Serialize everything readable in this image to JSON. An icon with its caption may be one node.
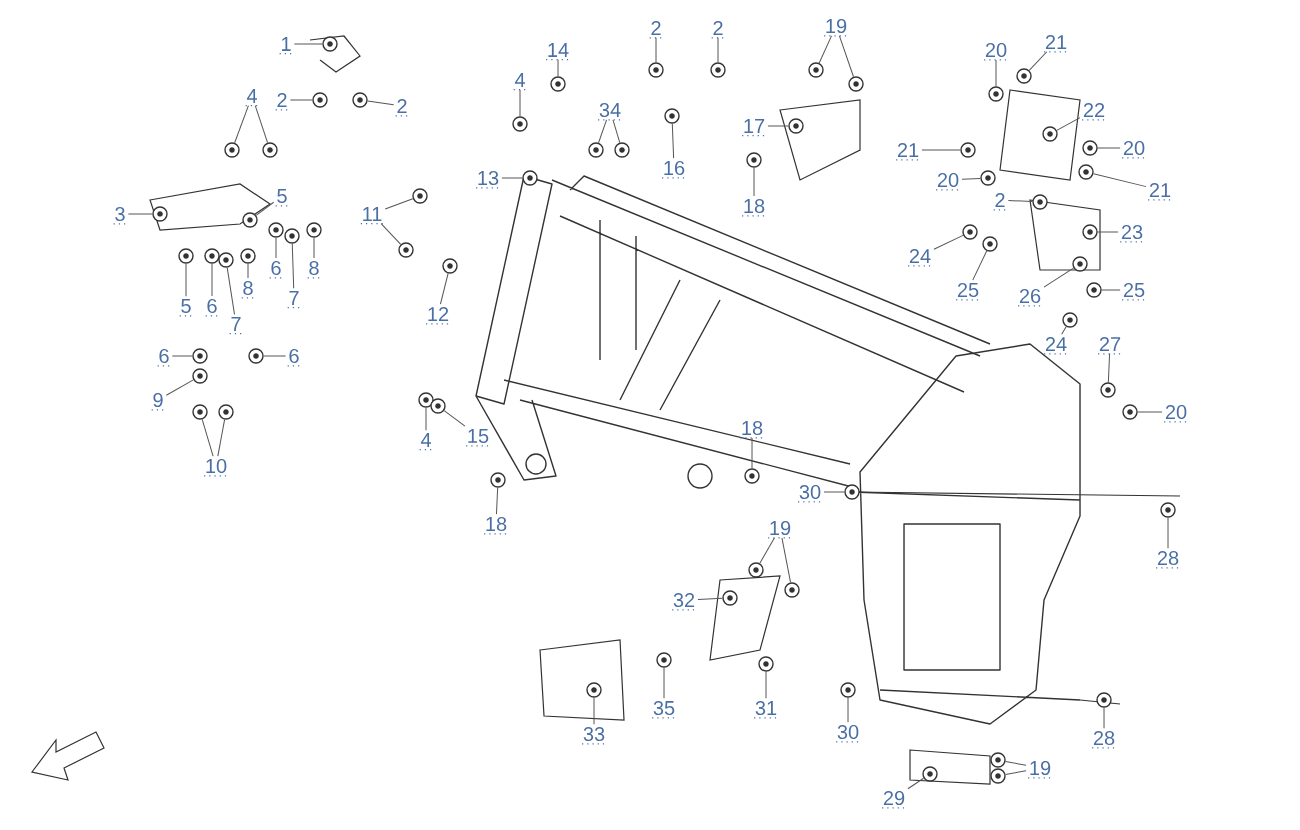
{
  "diagram": {
    "nodes": [
      {
        "text": [
          "1"
        ]
      },
      {
        "text": [
          "2"
        ]
      },
      {
        "text": [
          "2"
        ]
      },
      {
        "text": [
          "4"
        ]
      },
      {
        "text": [
          "3"
        ]
      },
      {
        "text": [
          "5"
        ]
      },
      {
        "text": [
          "5"
        ]
      },
      {
        "text": [
          "6"
        ]
      },
      {
        "text": [
          "6"
        ]
      },
      {
        "text": [
          "8"
        ]
      },
      {
        "text": [
          "8"
        ]
      },
      {
        "text": [
          "7"
        ]
      },
      {
        "text": [
          "7"
        ]
      },
      {
        "text": [
          "6"
        ]
      },
      {
        "text": [
          "6"
        ]
      },
      {
        "text": [
          "9"
        ]
      },
      {
        "text": [
          "10"
        ]
      },
      {
        "text": [
          "11"
        ]
      },
      {
        "text": [
          "12"
        ]
      },
      {
        "text": [
          "13"
        ]
      },
      {
        "text": [
          "4"
        ]
      },
      {
        "text": [
          "14"
        ]
      },
      {
        "text": [
          "34"
        ]
      },
      {
        "text": [
          "2"
        ]
      },
      {
        "text": [
          "2"
        ]
      },
      {
        "text": [
          "16"
        ]
      },
      {
        "text": [
          "19"
        ]
      },
      {
        "text": [
          "17"
        ]
      },
      {
        "text": [
          "18"
        ]
      },
      {
        "text": [
          "20"
        ]
      },
      {
        "text": [
          "21"
        ]
      },
      {
        "text": [
          "22"
        ]
      },
      {
        "text": [
          "21"
        ]
      },
      {
        "text": [
          "20"
        ]
      },
      {
        "text": [
          "20"
        ]
      },
      {
        "text": [
          "21"
        ]
      },
      {
        "text": [
          "2"
        ]
      },
      {
        "text": [
          "23"
        ]
      },
      {
        "text": [
          "24"
        ]
      },
      {
        "text": [
          "25"
        ]
      },
      {
        "text": [
          "26"
        ]
      },
      {
        "text": [
          "25"
        ]
      },
      {
        "text": [
          "24"
        ]
      },
      {
        "text": [
          "27"
        ]
      },
      {
        "text": [
          "20"
        ]
      },
      {
        "text": [
          "4"
        ]
      },
      {
        "text": [
          "15"
        ]
      },
      {
        "text": [
          "18"
        ]
      },
      {
        "text": [
          "18"
        ]
      },
      {
        "text": [
          "30"
        ]
      },
      {
        "text": [
          "28"
        ]
      },
      {
        "text": [
          "19"
        ]
      },
      {
        "text": [
          "32"
        ]
      },
      {
        "text": [
          "35"
        ]
      },
      {
        "text": [
          "31"
        ]
      },
      {
        "text": [
          "33"
        ]
      },
      {
        "text": [
          "30"
        ]
      },
      {
        "text": [
          "28"
        ]
      },
      {
        "text": [
          "29"
        ]
      },
      {
        "text": [
          "19"
        ]
      },
      {
        "text": [],
        "shape": "picture"
      },
      {
        "text": [],
        "shape": "picture"
      },
      {
        "text": [],
        "shape": "picture"
      },
      {
        "text": [],
        "shape": "picture"
      },
      {
        "text": [],
        "shape": "picture"
      },
      {
        "text": [],
        "shape": "picture"
      },
      {
        "text": [],
        "shape": "picture"
      },
      {
        "text": [],
        "shape": "picture"
      },
      {
        "text": [],
        "shape": "picture"
      },
      {
        "text": [],
        "shape": "picture"
      },
      {
        "text": [],
        "shape": "picture"
      },
      {
        "text": [],
        "shape": "picture"
      },
      {
        "text": [],
        "shape": "picture"
      },
      {
        "text": [],
        "shape": "picture"
      },
      {
        "text": [],
        "shape": "picture"
      },
      {
        "text": [],
        "shape": "picture"
      },
      {
        "text": [],
        "shape": "picture"
      },
      {
        "text": [],
        "shape": "picture"
      },
      {
        "text": [],
        "shape": "picture"
      },
      {
        "text": [],
        "shape": "picture"
      },
      {
        "text": [],
        "shape": "picture"
      },
      {
        "text": [],
        "shape": "picture"
      },
      {
        "text": [],
        "shape": "picture"
      },
      {
        "text": [],
        "shape": "picture"
      },
      {
        "text": [],
        "shape": "picture"
      },
      {
        "text": [],
        "shape": "picture"
      },
      {
        "text": [],
        "shape": "picture"
      },
      {
        "text": [],
        "shape": "picture"
      },
      {
        "text": [],
        "shape": "picture"
      },
      {
        "text": [],
        "shape": "picture"
      },
      {
        "text": [],
        "shape": "picture"
      },
      {
        "text": [],
        "shape": "picture"
      },
      {
        "text": [],
        "shape": "picture"
      },
      {
        "text": [],
        "shape": "picture"
      },
      {
        "text": [],
        "shape": "picture"
      },
      {
        "text": [],
        "shape": "picture"
      },
      {
        "text": [],
        "shape": "picture"
      },
      {
        "text": [],
        "shape": "picture"
      },
      {
        "text": [],
        "shape": "picture"
      },
      {
        "text": [],
        "shape": "picture"
      },
      {
        "text": [],
        "shape": "picture"
      },
      {
        "text": [],
        "shape": "picture"
      },
      {
        "text": [],
        "shape": "picture"
      },
      {
        "text": [],
        "shape": "picture"
      },
      {
        "text": [],
        "shape": "picture"
      },
      {
        "text": [],
        "shape": "picture"
      },
      {
        "text": [],
        "shape": "picture"
      },
      {
        "text": [],
        "shape": "picture"
      },
      {
        "text": [],
        "shape": "picture"
      },
      {
        "text": [],
        "shape": "picture"
      },
      {
        "text": [],
        "shape": "picture"
      },
      {
        "text": [],
        "shape": "picture"
      },
      {
        "text": [],
        "shape": "picture"
      },
      {
        "text": [],
        "shape": "picture"
      },
      {
        "text": [],
        "shape": "picture"
      },
      {
        "text": [],
        "shape": "picture"
      },
      {
        "text": [],
        "shape": "picture"
      },
      {
        "text": [],
        "shape": "picture"
      },
      {
        "text": [],
        "shape": "picture"
      },
      {
        "text": [],
        "shape": "picture"
      },
      {
        "text": [],
        "shape": "picture"
      },
      {
        "text": [],
        "shape": "picture"
      },
      {
        "text": [],
        "shape": "picture"
      },
      {
        "text": [],
        "shape": "picture"
      },
      {
        "text": [],
        "shape": "picture"
      },
      {
        "text": [],
        "shape": "picture"
      },
      {
        "text": [],
        "shape": "picture"
      }
    ],
    "edges": [
      {
        "from": 0,
        "to": 60,
        "arrow": "none"
      },
      {
        "from": 1,
        "to": 61,
        "arrow": "none"
      },
      {
        "from": 2,
        "to": 62,
        "arrow": "none"
      },
      {
        "from": 3,
        "to": 63,
        "arrow": "none"
      },
      {
        "from": 3,
        "to": 64,
        "arrow": "none"
      },
      {
        "from": 4,
        "to": 65,
        "arrow": "none"
      },
      {
        "from": 5,
        "to": 66,
        "arrow": "none"
      },
      {
        "from": 6,
        "to": 67,
        "arrow": "none"
      },
      {
        "from": 7,
        "to": 68,
        "arrow": "none"
      },
      {
        "from": 8,
        "to": 69,
        "arrow": "none"
      },
      {
        "from": 9,
        "to": 70,
        "arrow": "none"
      },
      {
        "from": 10,
        "to": 71,
        "arrow": "none"
      },
      {
        "from": 11,
        "to": 72,
        "arrow": "none"
      },
      {
        "from": 12,
        "to": 73,
        "arrow": "none"
      },
      {
        "from": 13,
        "to": 74,
        "arrow": "none"
      },
      {
        "from": 14,
        "to": 75,
        "arrow": "none"
      },
      {
        "from": 15,
        "to": 76,
        "arrow": "none"
      },
      {
        "from": 16,
        "to": 77,
        "arrow": "none"
      },
      {
        "from": 16,
        "to": 78,
        "arrow": "none"
      },
      {
        "from": 17,
        "to": 79,
        "arrow": "none"
      },
      {
        "from": 17,
        "to": 80,
        "arrow": "none"
      },
      {
        "from": 18,
        "to": 81,
        "arrow": "none"
      },
      {
        "from": 19,
        "to": 82,
        "arrow": "none"
      },
      {
        "from": 20,
        "to": 83,
        "arrow": "none"
      },
      {
        "from": 21,
        "to": 84,
        "arrow": "none"
      },
      {
        "from": 22,
        "to": 85,
        "arrow": "none"
      },
      {
        "from": 22,
        "to": 86,
        "arrow": "none"
      },
      {
        "from": 23,
        "to": 87,
        "arrow": "none"
      },
      {
        "from": 24,
        "to": 88,
        "arrow": "none"
      },
      {
        "from": 25,
        "to": 89,
        "arrow": "none"
      },
      {
        "from": 26,
        "to": 90,
        "arrow": "none"
      },
      {
        "from": 26,
        "to": 91,
        "arrow": "none"
      },
      {
        "from": 27,
        "to": 92,
        "arrow": "none"
      },
      {
        "from": 28,
        "to": 93,
        "arrow": "none"
      },
      {
        "from": 29,
        "to": 94,
        "arrow": "none"
      },
      {
        "from": 30,
        "to": 95,
        "arrow": "none"
      },
      {
        "from": 31,
        "to": 96,
        "arrow": "none"
      },
      {
        "from": 32,
        "to": 97,
        "arrow": "none"
      },
      {
        "from": 33,
        "to": 98,
        "arrow": "none"
      },
      {
        "from": 34,
        "to": 99,
        "arrow": "none"
      },
      {
        "from": 35,
        "to": 100,
        "arrow": "none"
      },
      {
        "from": 36,
        "to": 101,
        "arrow": "none"
      },
      {
        "from": 37,
        "to": 102,
        "arrow": "none"
      },
      {
        "from": 38,
        "to": 103,
        "arrow": "none"
      },
      {
        "from": 39,
        "to": 104,
        "arrow": "none"
      },
      {
        "from": 40,
        "to": 105,
        "arrow": "none"
      },
      {
        "from": 41,
        "to": 106,
        "arrow": "none"
      },
      {
        "from": 42,
        "to": 107,
        "arrow": "none"
      },
      {
        "from": 43,
        "to": 108,
        "arrow": "none"
      },
      {
        "from": 44,
        "to": 109,
        "arrow": "none"
      },
      {
        "from": 45,
        "to": 110,
        "arrow": "none"
      },
      {
        "from": 46,
        "to": 111,
        "arrow": "none"
      },
      {
        "from": 47,
        "to": 112,
        "arrow": "none"
      },
      {
        "from": 48,
        "to": 113,
        "arrow": "none"
      },
      {
        "from": 49,
        "to": 114,
        "arrow": "none"
      },
      {
        "from": 50,
        "to": 115,
        "arrow": "none"
      },
      {
        "from": 51,
        "to": 116,
        "arrow": "none"
      },
      {
        "from": 51,
        "to": 117,
        "arrow": "none"
      },
      {
        "from": 52,
        "to": 118,
        "arrow": "none"
      },
      {
        "from": 53,
        "to": 119,
        "arrow": "none"
      },
      {
        "from": 54,
        "to": 120,
        "arrow": "none"
      },
      {
        "from": 55,
        "to": 121,
        "arrow": "none"
      },
      {
        "from": 56,
        "to": 122,
        "arrow": "none"
      },
      {
        "from": 57,
        "to": 123,
        "arrow": "none"
      },
      {
        "from": 58,
        "to": 124,
        "arrow": "none"
      },
      {
        "from": 59,
        "to": 125,
        "arrow": "none"
      },
      {
        "from": 59,
        "to": 126,
        "arrow": "none"
      }
    ]
  }
}
